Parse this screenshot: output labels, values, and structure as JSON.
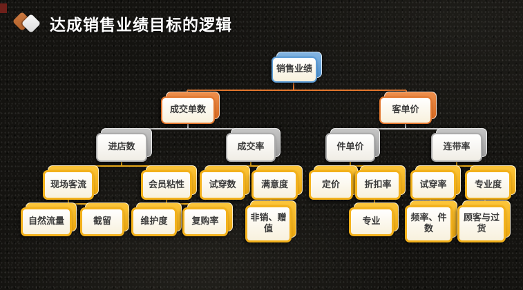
{
  "slide": {
    "title": "达成销售业绩目标的逻辑"
  },
  "colors": {
    "background": "#141310",
    "title_text": "#ffffff",
    "corner_accent": "#6e201a",
    "icon_orange": "#c2703a",
    "icon_white": "#ececec",
    "node_blue": "#5b9bd5",
    "node_orange": "#e2762d",
    "node_gray": "#ababab",
    "node_yellow": "#f3b11b",
    "card_fill": "#fbf5e4",
    "connector_orange": "#e2762d",
    "connector_gray": "#cfcfcf",
    "connector_yellow": "#f3b11b"
  },
  "diagram": {
    "nodes": [
      {
        "id": "sales-performance",
        "label": "销售业绩",
        "level": 1,
        "color": "blue",
        "parent": null
      },
      {
        "id": "transaction-count",
        "label": "成交单数",
        "level": 2,
        "color": "orange",
        "parent": "sales-performance"
      },
      {
        "id": "avg-ticket-value",
        "label": "客单价",
        "level": 2,
        "color": "orange",
        "parent": "sales-performance"
      },
      {
        "id": "store-visits",
        "label": "进店数",
        "level": 3,
        "color": "gray",
        "parent": "transaction-count"
      },
      {
        "id": "conversion-rate",
        "label": "成交率",
        "level": 3,
        "color": "gray",
        "parent": "transaction-count"
      },
      {
        "id": "unit-price",
        "label": "件单价",
        "level": 3,
        "color": "gray",
        "parent": "avg-ticket-value"
      },
      {
        "id": "attachment-rate",
        "label": "连带率",
        "level": 3,
        "color": "gray",
        "parent": "avg-ticket-value"
      },
      {
        "id": "onsite-traffic",
        "label": "现场客流",
        "level": 4,
        "color": "yellow",
        "parent": "store-visits"
      },
      {
        "id": "member-stickiness",
        "label": "会员粘性",
        "level": 4,
        "color": "yellow",
        "parent": "store-visits"
      },
      {
        "id": "tryon-count",
        "label": "试穿数",
        "level": 4,
        "color": "yellow",
        "parent": "conversion-rate"
      },
      {
        "id": "satisfaction",
        "label": "满意度",
        "level": 4,
        "color": "yellow",
        "parent": "conversion-rate"
      },
      {
        "id": "pricing",
        "label": "定价",
        "level": 4,
        "color": "yellow",
        "parent": "unit-price"
      },
      {
        "id": "discount-rate",
        "label": "折扣率",
        "level": 4,
        "color": "yellow",
        "parent": "unit-price"
      },
      {
        "id": "tryon-rate",
        "label": "试穿率",
        "level": 4,
        "color": "yellow",
        "parent": "attachment-rate"
      },
      {
        "id": "professionalism",
        "label": "专业度",
        "level": 4,
        "color": "yellow",
        "parent": "attachment-rate"
      },
      {
        "id": "organic-traffic",
        "label": "自然流量",
        "level": 5,
        "color": "yellow",
        "parent": "onsite-traffic"
      },
      {
        "id": "interception",
        "label": "截留",
        "level": 5,
        "color": "yellow",
        "parent": "onsite-traffic"
      },
      {
        "id": "maintenance",
        "label": "维护度",
        "level": 5,
        "color": "yellow",
        "parent": "member-stickiness"
      },
      {
        "id": "repurchase-rate",
        "label": "复购率",
        "level": 5,
        "color": "yellow",
        "parent": "member-stickiness"
      },
      {
        "id": "nonsales-gifting",
        "label": "非销、赠值",
        "level": 5,
        "color": "yellow",
        "parent": "satisfaction"
      },
      {
        "id": "professional",
        "label": "专业",
        "level": 5,
        "color": "yellow",
        "parent": "discount-rate"
      },
      {
        "id": "frequency-pieces",
        "label": "频率、件数",
        "level": 5,
        "color": "yellow",
        "parent": "tryon-rate"
      },
      {
        "id": "customer-goods",
        "label": "顾客与过货",
        "level": 5,
        "color": "yellow",
        "parent": "professionalism"
      }
    ]
  }
}
